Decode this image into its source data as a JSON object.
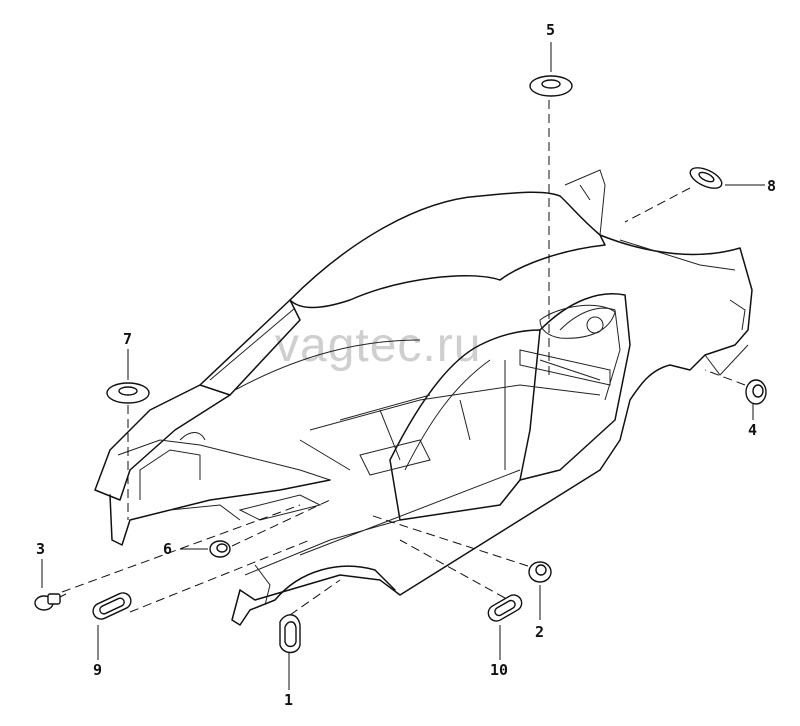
{
  "watermark": "vagtec.ru",
  "callouts": [
    {
      "id": "1",
      "label": "1"
    },
    {
      "id": "2",
      "label": "2"
    },
    {
      "id": "3",
      "label": "3"
    },
    {
      "id": "4",
      "label": "4"
    },
    {
      "id": "5",
      "label": "5"
    },
    {
      "id": "6",
      "label": "6"
    },
    {
      "id": "7",
      "label": "7"
    },
    {
      "id": "8",
      "label": "8"
    },
    {
      "id": "9",
      "label": "9"
    },
    {
      "id": "10",
      "label": "10"
    }
  ]
}
